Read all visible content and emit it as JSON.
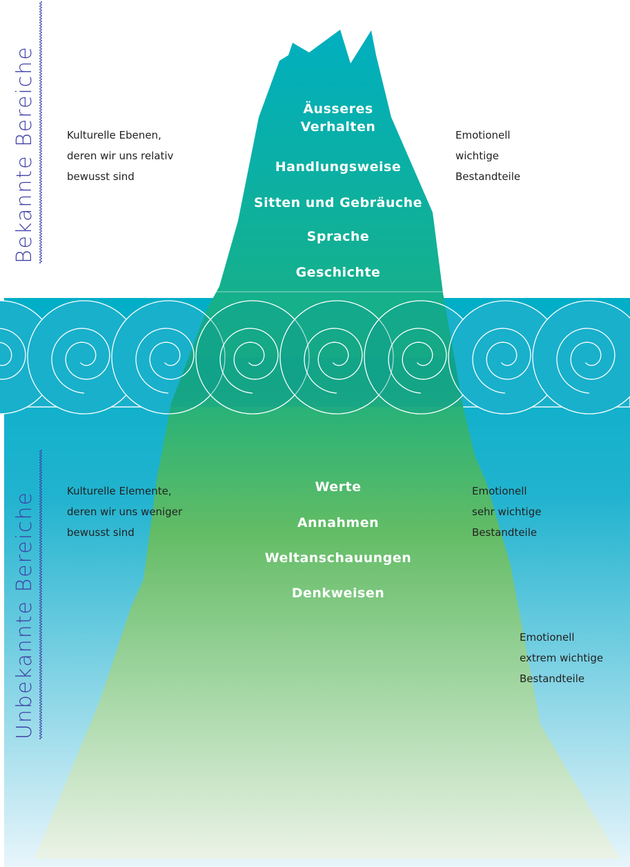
{
  "labels": {
    "known_zone": "Bekannte Bereiche",
    "unknown_zone": "Unbekannte Bereiche"
  },
  "tip": {
    "levels": [
      "Äusseres",
      "Verhalten",
      "Handlungsweise",
      "Sitten und Gebräuche",
      "Sprache",
      "Geschichte"
    ]
  },
  "base": {
    "levels": [
      "Werte",
      "Annahmen",
      "Weltanschauungen",
      "Denkweisen"
    ]
  },
  "notes": {
    "left_top": [
      "Kulturelle Ebenen,",
      "deren wir uns relativ",
      "bewusst sind"
    ],
    "right_top": [
      "Emotionell",
      "wichtige",
      "Bestandteile"
    ],
    "left_bottom": [
      "Kulturelle Elemente,",
      "deren wir uns weniger",
      "bewusst sind"
    ],
    "right_mid": [
      "Emotionell",
      "sehr wichtige",
      "Bestandteile"
    ],
    "right_bottom": [
      "Emotionell",
      "extrem wichtige",
      "Bestandteile"
    ]
  },
  "colors": {
    "label_text": "#3f3fa6",
    "sea_top": "#00aec8",
    "sea_bottom": "#e8f5fb",
    "ice_top": "#00afbf",
    "ice_mid": "#1cb07c",
    "ice_bottom": "#eef4ea",
    "wave": "#19b0cc",
    "wave_line": "#ffffff"
  }
}
